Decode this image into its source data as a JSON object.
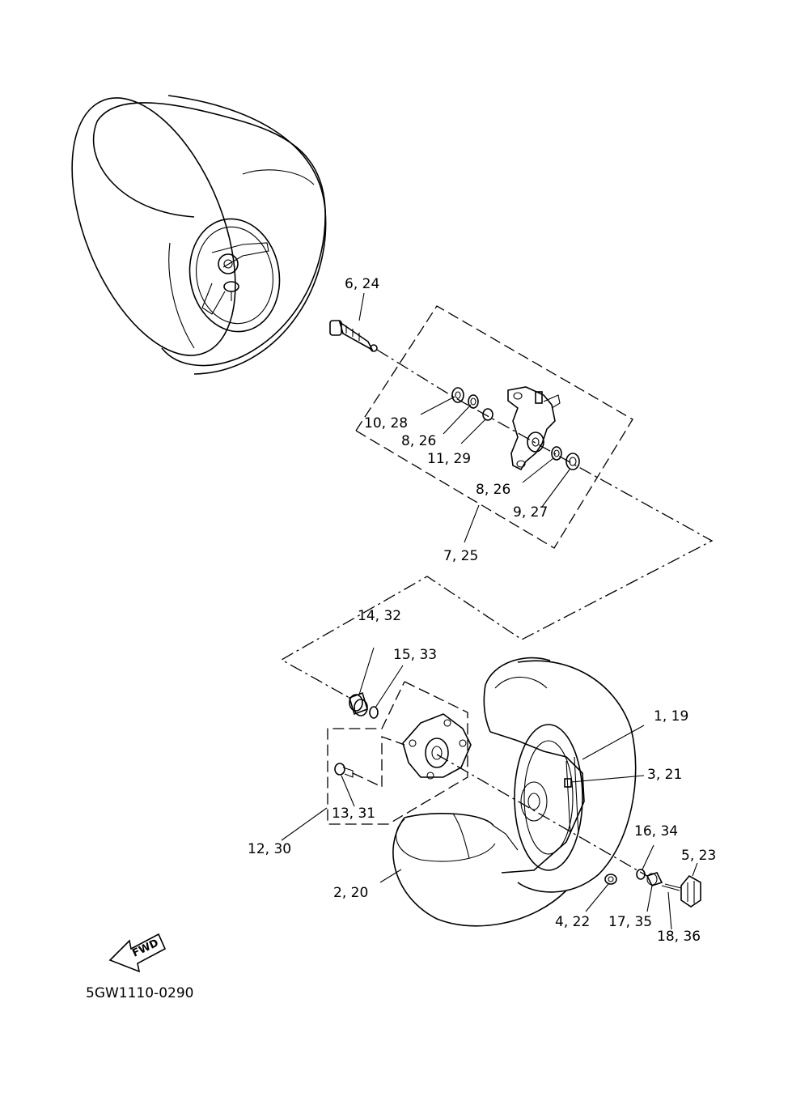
{
  "diagram_code": "5GW1110-0290",
  "fwd_label": "FWD",
  "callouts": {
    "c6_24": "6, 24",
    "c10_28": "10, 28",
    "c8_26_a": "8, 26",
    "c11_29": "11, 29",
    "c8_26_b": "8, 26",
    "c9_27": "9, 27",
    "c7_25": "7, 25",
    "c14_32": "14, 32",
    "c15_33": "15, 33",
    "c1_19": "1, 19",
    "c3_21": "3, 21",
    "c13_31": "13, 31",
    "c12_30": "12, 30",
    "c16_34": "16, 34",
    "c5_23": "5, 23",
    "c2_20": "2, 20",
    "c4_22": "4, 22",
    "c17_35": "17, 35",
    "c18_36": "18, 36"
  }
}
